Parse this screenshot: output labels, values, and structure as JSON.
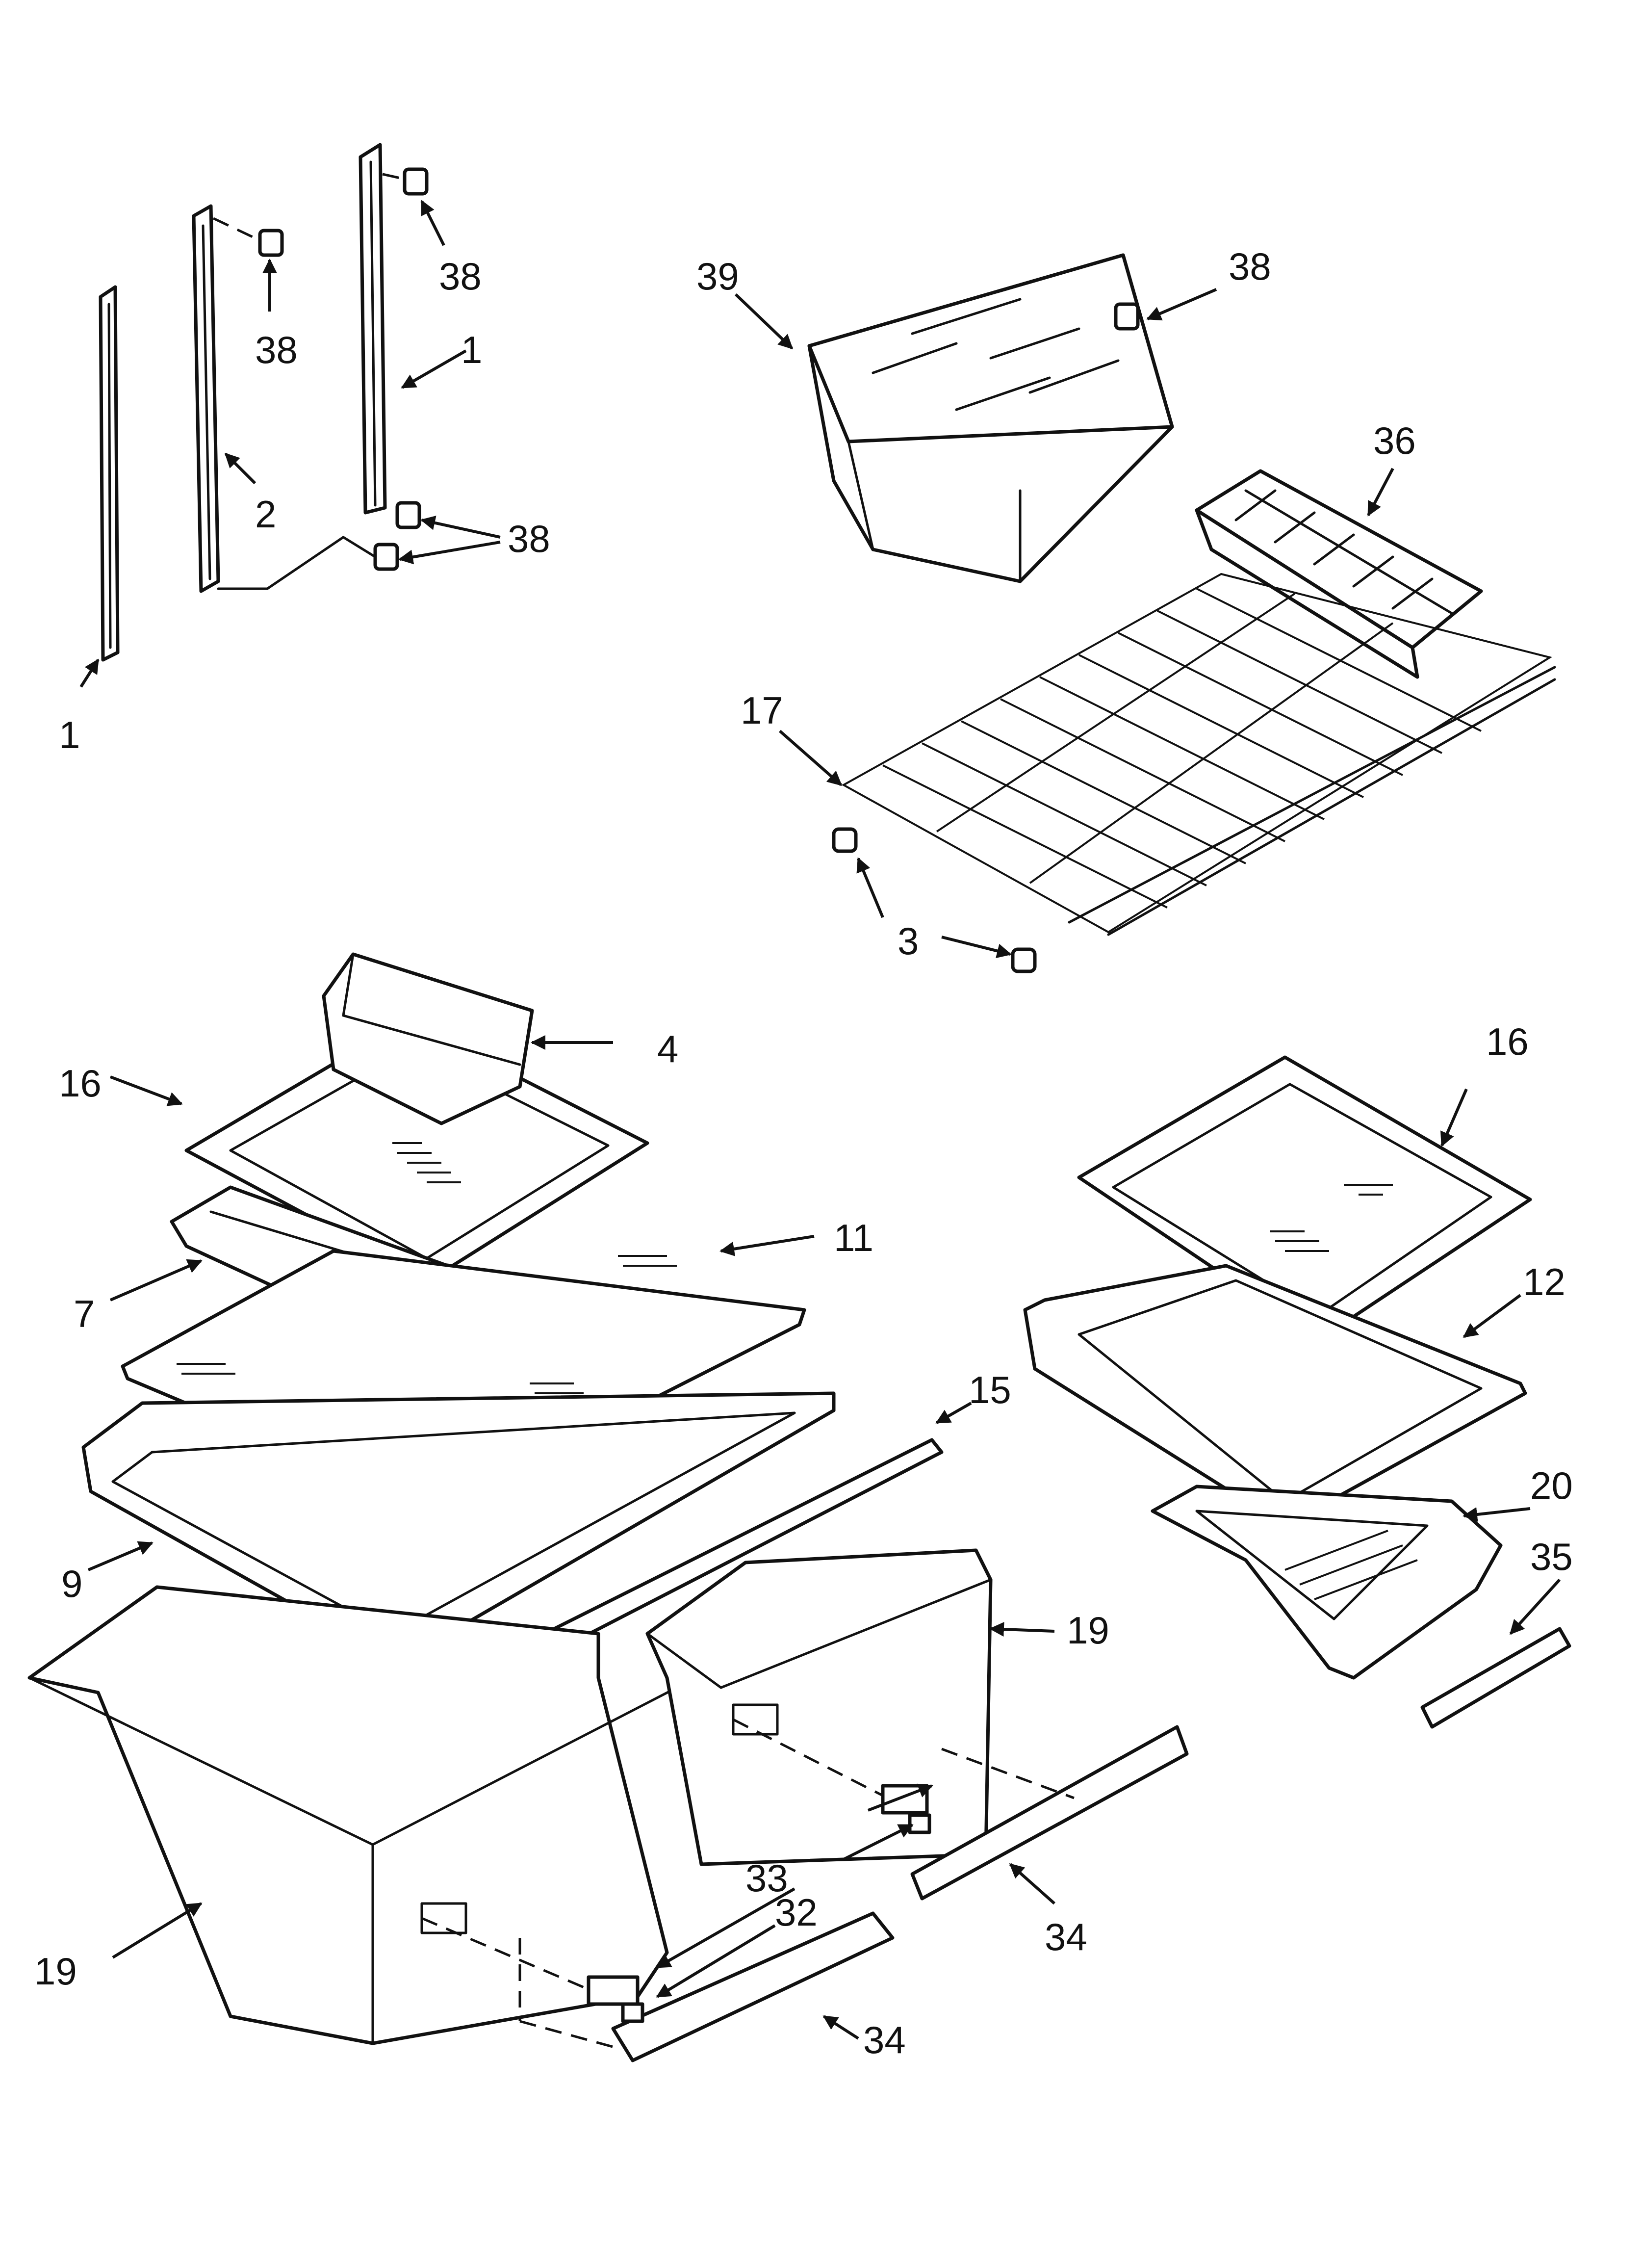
{
  "callouts": {
    "c1a": "1",
    "c1b": "1",
    "c2": "2",
    "c3": "3",
    "c4": "4",
    "c7": "7",
    "c9": "9",
    "c11": "11",
    "c12": "12",
    "c15": "15",
    "c16a": "16",
    "c16b": "16",
    "c17": "17",
    "c19a": "19",
    "c19b": "19",
    "c20": "20",
    "c32": "32",
    "c33": "33",
    "c34a": "34",
    "c34b": "34",
    "c35": "35",
    "c36": "36",
    "c38a": "38",
    "c38b": "38",
    "c38c": "38",
    "c38d": "38",
    "c39": "39"
  }
}
